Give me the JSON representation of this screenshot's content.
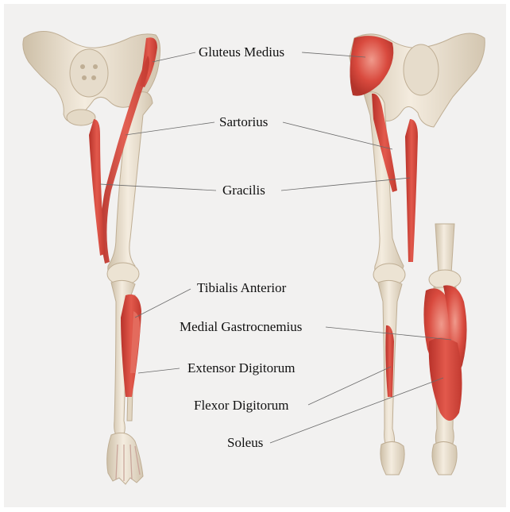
{
  "labels": {
    "gluteus_medius": "Gluteus Medius",
    "sartorius": "Sartorius",
    "gracilis": "Gracilis",
    "tibialis_anterior": "Tibialis Anterior",
    "medial_gastrocnemius": "Medial Gastrocnemius",
    "extensor_digitorum": "Extensor Digitorum",
    "flexor_digitorum": "Flexor Digitorum",
    "soleus": "Soleus"
  },
  "colors": {
    "background": "#f2f1f0",
    "bone": "#ece3d3",
    "bone_shadow": "#cfc2ab",
    "muscle": "#d9453a",
    "muscle_light": "#ee8f80",
    "leader_line": "#6a6a6a"
  }
}
